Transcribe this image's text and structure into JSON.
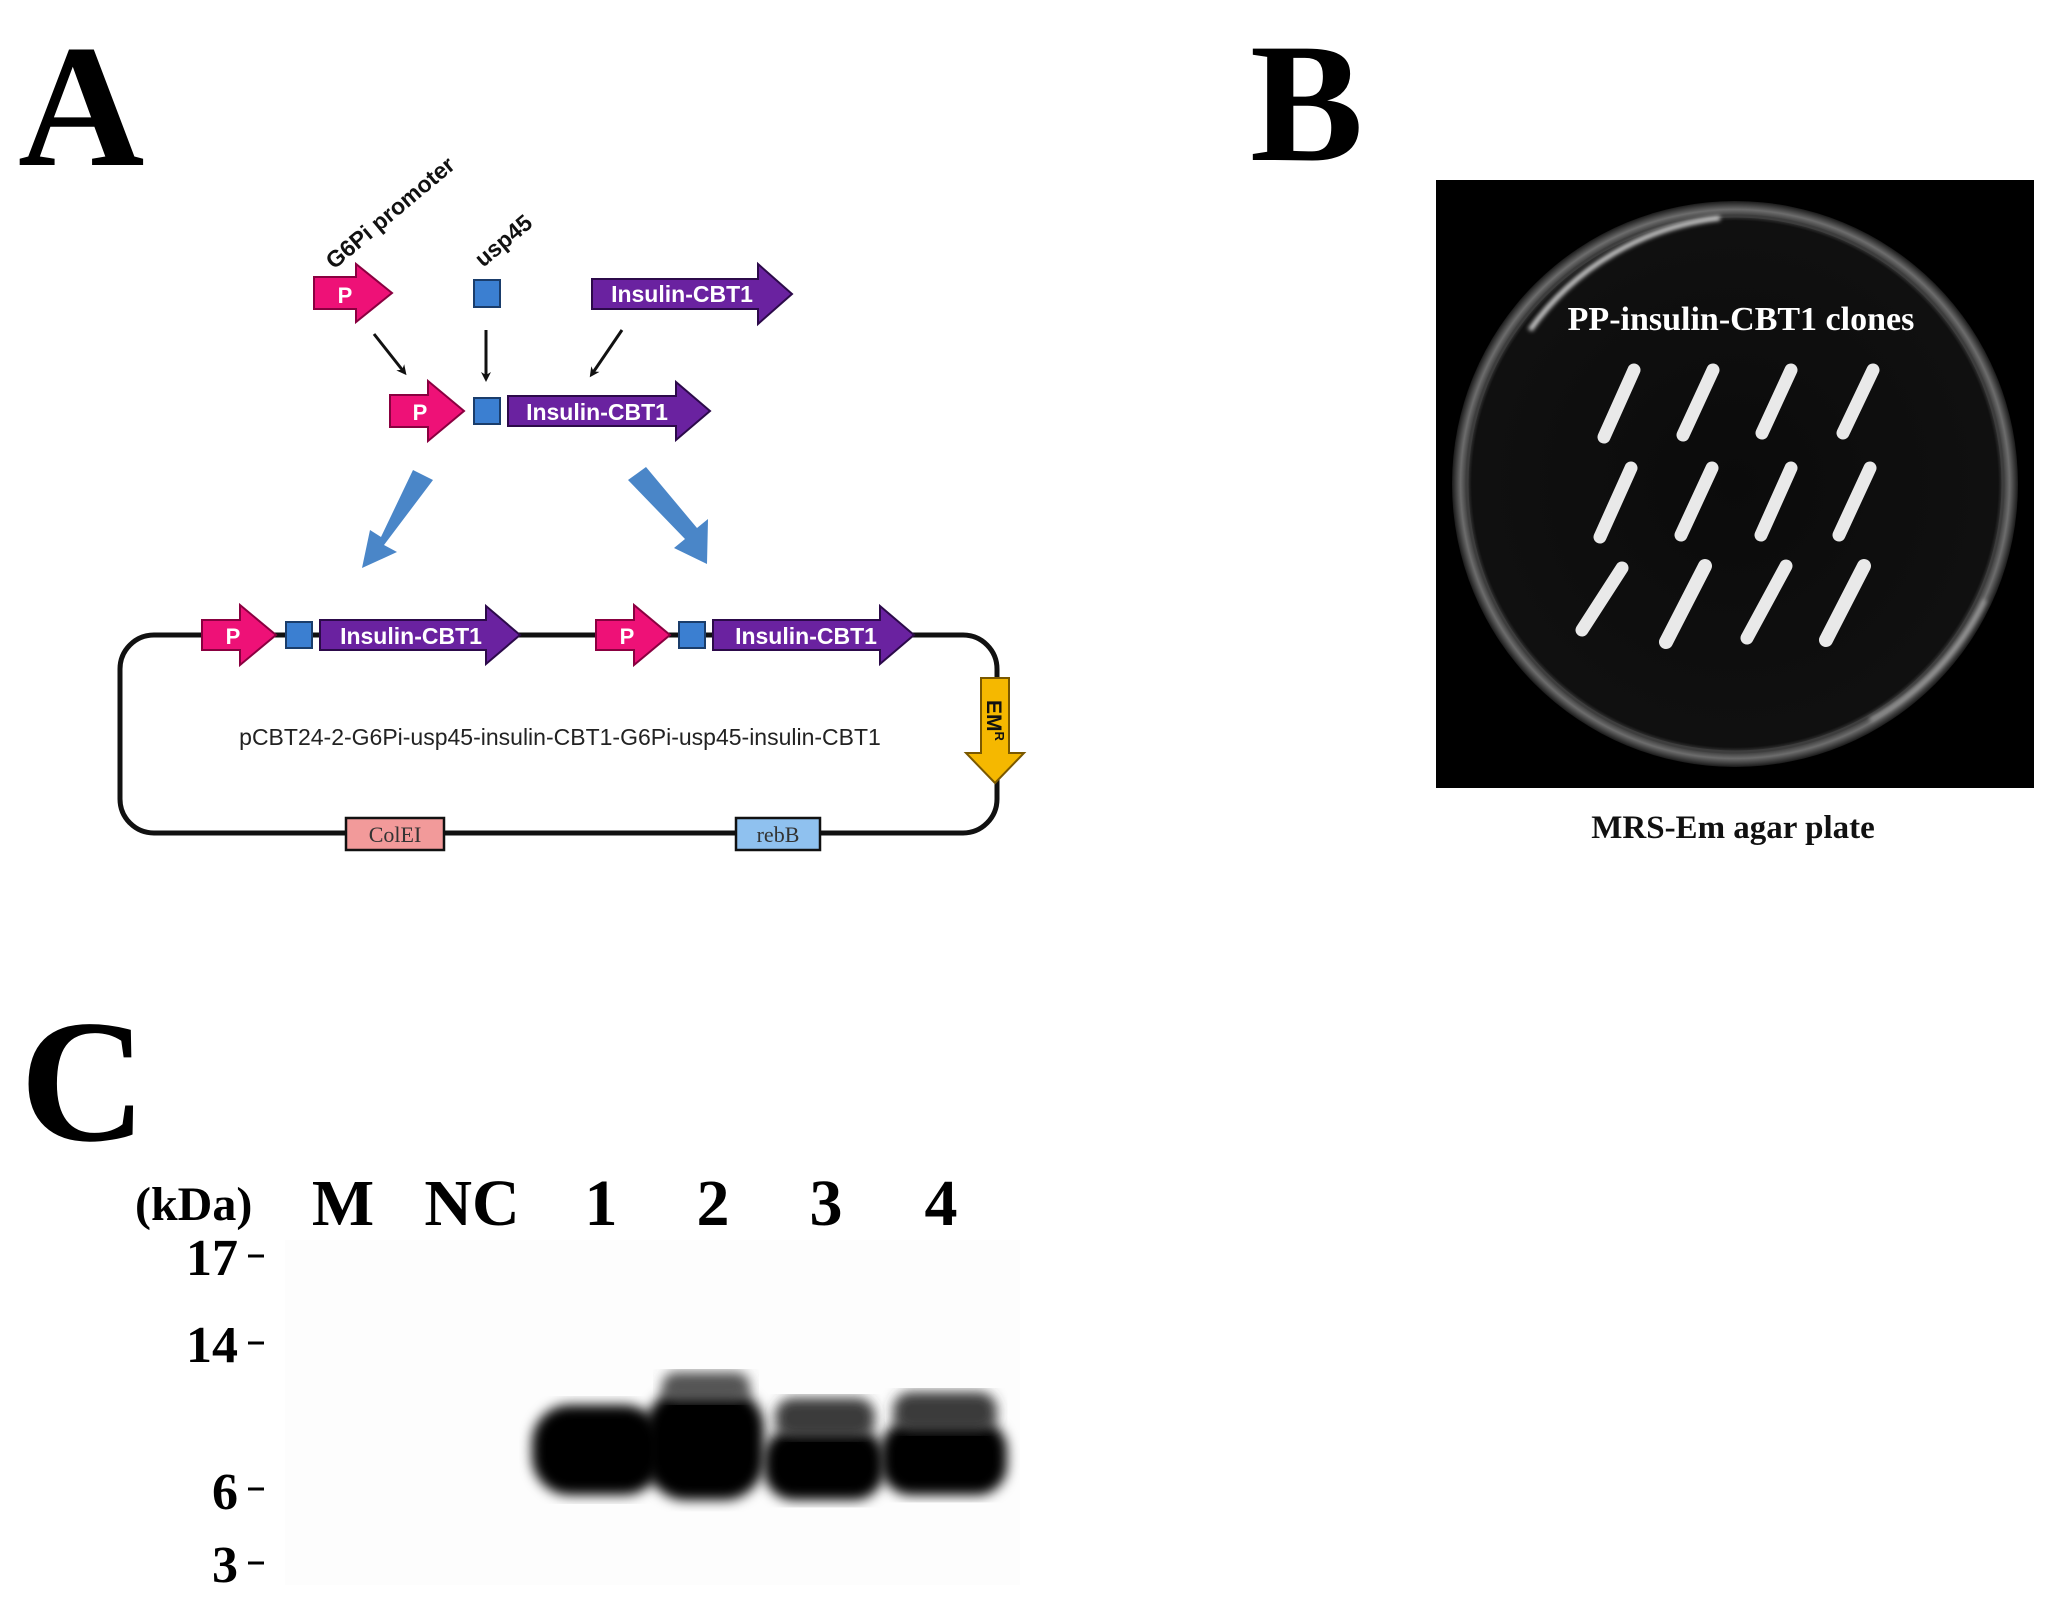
{
  "panels": {
    "a": {
      "letter": "A"
    },
    "b": {
      "letter": "B"
    },
    "c": {
      "letter": "C"
    }
  },
  "construct": {
    "promoter_label": "G6Pi promoter",
    "signal_label": "usp45",
    "promoter_symbol": "P",
    "gene_label": "Insulin-CBT1",
    "plasmid_name": "pCBT24-2-G6Pi-usp45-insulin-CBT1-G6Pi-usp45-insulin-CBT1",
    "resistance_main": "EM",
    "resistance_sup": "R",
    "ori_label": "ColEI",
    "rep_label": "rebB"
  },
  "plate": {
    "title": "PP-insulin-CBT1 clones",
    "caption": "MRS-Em agar plate",
    "streak_count": 12
  },
  "blot": {
    "unit": "(kDa)",
    "lanes": [
      "M",
      "NC",
      "1",
      "2",
      "3",
      "4"
    ],
    "markers": [
      "17",
      "14",
      "6",
      "3"
    ],
    "band_intensity": [
      0,
      0,
      0.9,
      1.0,
      0.85,
      0.85
    ]
  },
  "colors": {
    "promoter": "#ee1177",
    "gene": "#6a22a0",
    "signal": "#3b7fd1",
    "transfer_arrow": "#4a86c8",
    "resistance": "#f5b800",
    "ori": "#f29a9a",
    "rep": "#8fc1ef"
  }
}
